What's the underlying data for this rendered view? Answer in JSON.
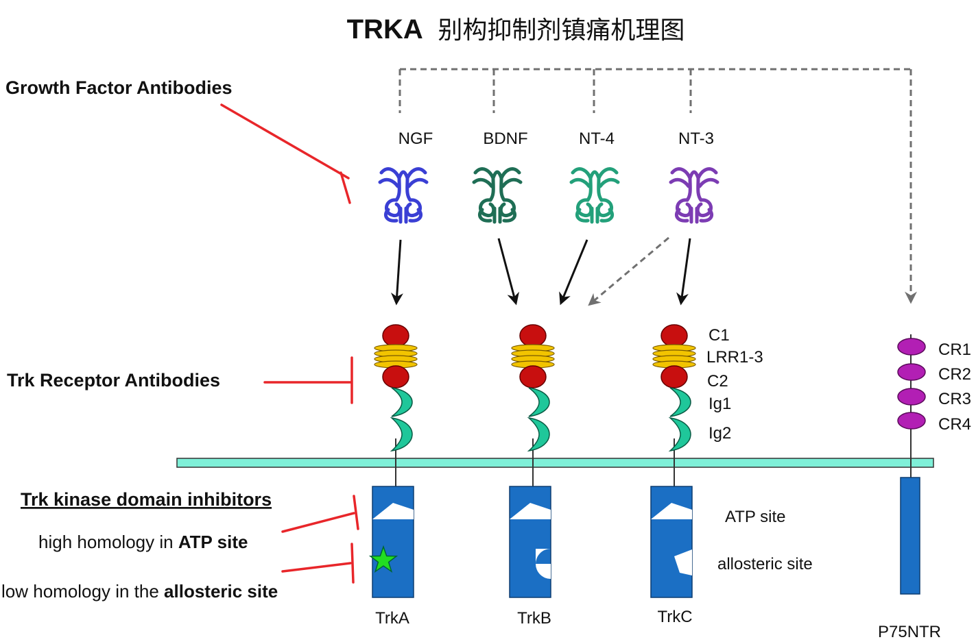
{
  "title": {
    "latin": "TRKA",
    "chinese": "别构抑制剂镇痛机理图"
  },
  "ligands": [
    {
      "name": "NGF",
      "color": "#3a3fd4"
    },
    {
      "name": "BDNF",
      "color": "#1f6e55"
    },
    {
      "name": "NT-4",
      "color": "#23a07a"
    },
    {
      "name": "NT-3",
      "color": "#7c3cb3"
    }
  ],
  "receptors": [
    "TrkA",
    "TrkB",
    "TrkC"
  ],
  "p75": {
    "name": "P75NTR",
    "domains": [
      "CR1",
      "CR2",
      "CR3",
      "CR4"
    ],
    "color": "#b21fb4"
  },
  "domain_labels": {
    "c1": "C1",
    "lrr": "LRR1-3",
    "c2": "C2",
    "ig1": "Ig1",
    "ig2": "Ig2"
  },
  "site_labels": {
    "atp": "ATP site",
    "allosteric": "allosteric site"
  },
  "left_labels": {
    "growth_factor_antibodies": "Growth Factor Antibodies",
    "trk_receptor_antibodies": "Trk Receptor Antibodies",
    "kinase_inhibitors": "Trk kinase domain inhibitors",
    "atp_line_pre": "high homology in ",
    "atp_line_bold": "ATP site",
    "allo_line_pre": "low homology in the ",
    "allo_line_bold": "allosteric site"
  },
  "colors": {
    "inhibitor_red": "#e8262a",
    "membrane": "#7ff0d8",
    "kinase_blue": "#1b6fc4",
    "c_domain_red": "#c80f0f",
    "lrr_yellow": "#f2c400",
    "ig_teal": "#1fc79a",
    "dashed_gray": "#707070",
    "star_green": "#22dd22"
  }
}
